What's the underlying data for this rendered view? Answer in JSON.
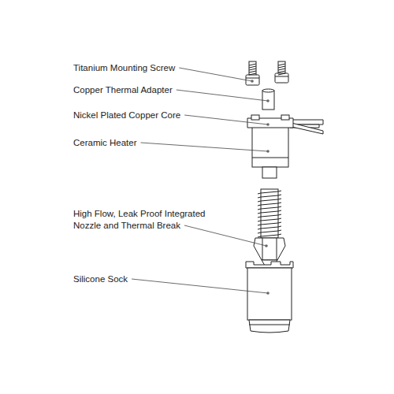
{
  "diagram": {
    "labels": [
      "Titanium Mounting Screw",
      "Copper Thermal Adapter",
      "Nickel Plated Copper Core",
      "Ceramic Heater",
      "High Flow, Leak Proof Integrated Nozzle and Thermal Break",
      "Silicone Sock"
    ]
  }
}
